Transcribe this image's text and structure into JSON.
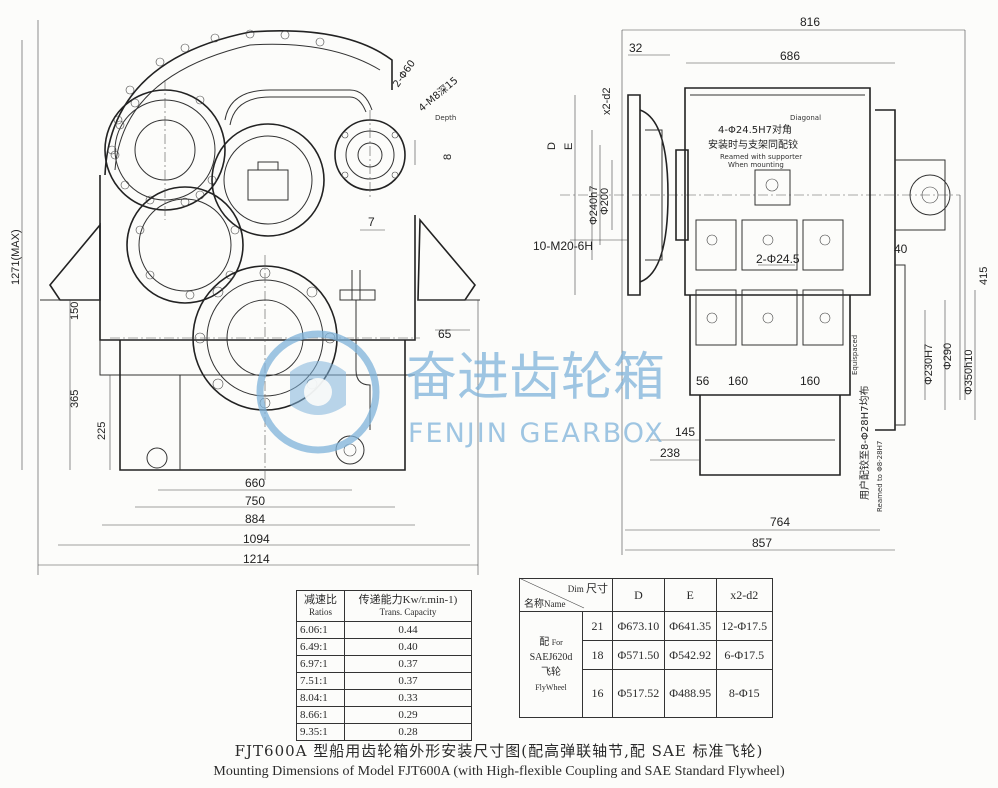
{
  "side_view": {
    "dims": {
      "width_660": "660",
      "width_750": "750",
      "width_884": "884",
      "width_1094": "1094",
      "width_1214": "1214",
      "h_1271": "1271(MAX)",
      "h_365": "365",
      "h_225": "225",
      "h_150": "150",
      "d_65": "65",
      "d_7": "7",
      "d_8": "8",
      "hole_2phi60": "2-Φ60",
      "hole_4m8": "4-M8深15",
      "depth": "Depth"
    }
  },
  "front_view": {
    "dims": {
      "w_816": "816",
      "w_686": "686",
      "w_32": "32",
      "w_40": "40",
      "w_415": "415",
      "w_56": "56",
      "w_160a": "160",
      "w_160b": "160",
      "w_145": "145",
      "w_238": "238",
      "w_764": "764",
      "w_857": "857",
      "d_240": "Φ240h7",
      "d_200": "Φ200",
      "d_230": "Φ230H7",
      "d_290": "Φ290",
      "d_350": "Φ350h10",
      "x2d2": "x2-d2",
      "D": "D",
      "E": "E",
      "m20": "10-M20-6H",
      "two_245": "2-Φ24.5",
      "equally_spaced": "Equispaced"
    },
    "notes": {
      "diag_en": "Diagonal",
      "diag_cn1": "4-Φ24.5H7对角",
      "diag_cn2": "安装时与支架同配铰",
      "diag_en2": "Reamed with supporter",
      "diag_en3": "When mounting",
      "user_cn": "用户配铰至8-Φ28H7均布",
      "user_en": "Reamed to Φ8-28H7"
    }
  },
  "watermark": {
    "cn": "奋进齿轮箱",
    "en": "FENJIN GEARBOX"
  },
  "ratio_table": {
    "header_ratio_cn": "减速比",
    "header_ratio_en": "Ratios",
    "header_cap_cn": "传递能力Kw/r.min-1)",
    "header_cap_en": "Trans. Capacity",
    "rows": [
      {
        "ratio": "6.06:1",
        "cap": "0.44"
      },
      {
        "ratio": "6.49:1",
        "cap": "0.40"
      },
      {
        "ratio": "6.97:1",
        "cap": "0.37"
      },
      {
        "ratio": "7.51:1",
        "cap": "0.37"
      },
      {
        "ratio": "8.04:1",
        "cap": "0.33"
      },
      {
        "ratio": "8.66:1",
        "cap": "0.29"
      },
      {
        "ratio": "9.35:1",
        "cap": "0.28"
      }
    ]
  },
  "flywheel_table": {
    "corner_dim_en": "Dim",
    "corner_dim_cn": "尺寸",
    "corner_name_cn": "名称",
    "corner_name_en": "Name",
    "col_D": "D",
    "col_E": "E",
    "col_x2": "x2-d2",
    "side_cn1": "配",
    "side_en1": "For",
    "side_sae": "SAEJ620d",
    "side_cn2": "飞轮",
    "side_en2": "FlyWheel",
    "rows": [
      {
        "size": "21",
        "D": "Φ673.10",
        "E": "Φ641.35",
        "x2": "12-Φ17.5"
      },
      {
        "size": "18",
        "D": "Φ571.50",
        "E": "Φ542.92",
        "x2": "6-Φ17.5"
      },
      {
        "size": "16",
        "D": "Φ517.52",
        "E": "Φ488.95",
        "x2": "8-Φ15"
      }
    ]
  },
  "caption": {
    "cn": "FJT600A 型船用齿轮箱外形安装尺寸图(配高弹联轴节,配 SAE 标准飞轮)",
    "en": "Mounting Dimensions of Model FJT600A (with High-flexible Coupling and SAE Standard Flywheel)"
  }
}
